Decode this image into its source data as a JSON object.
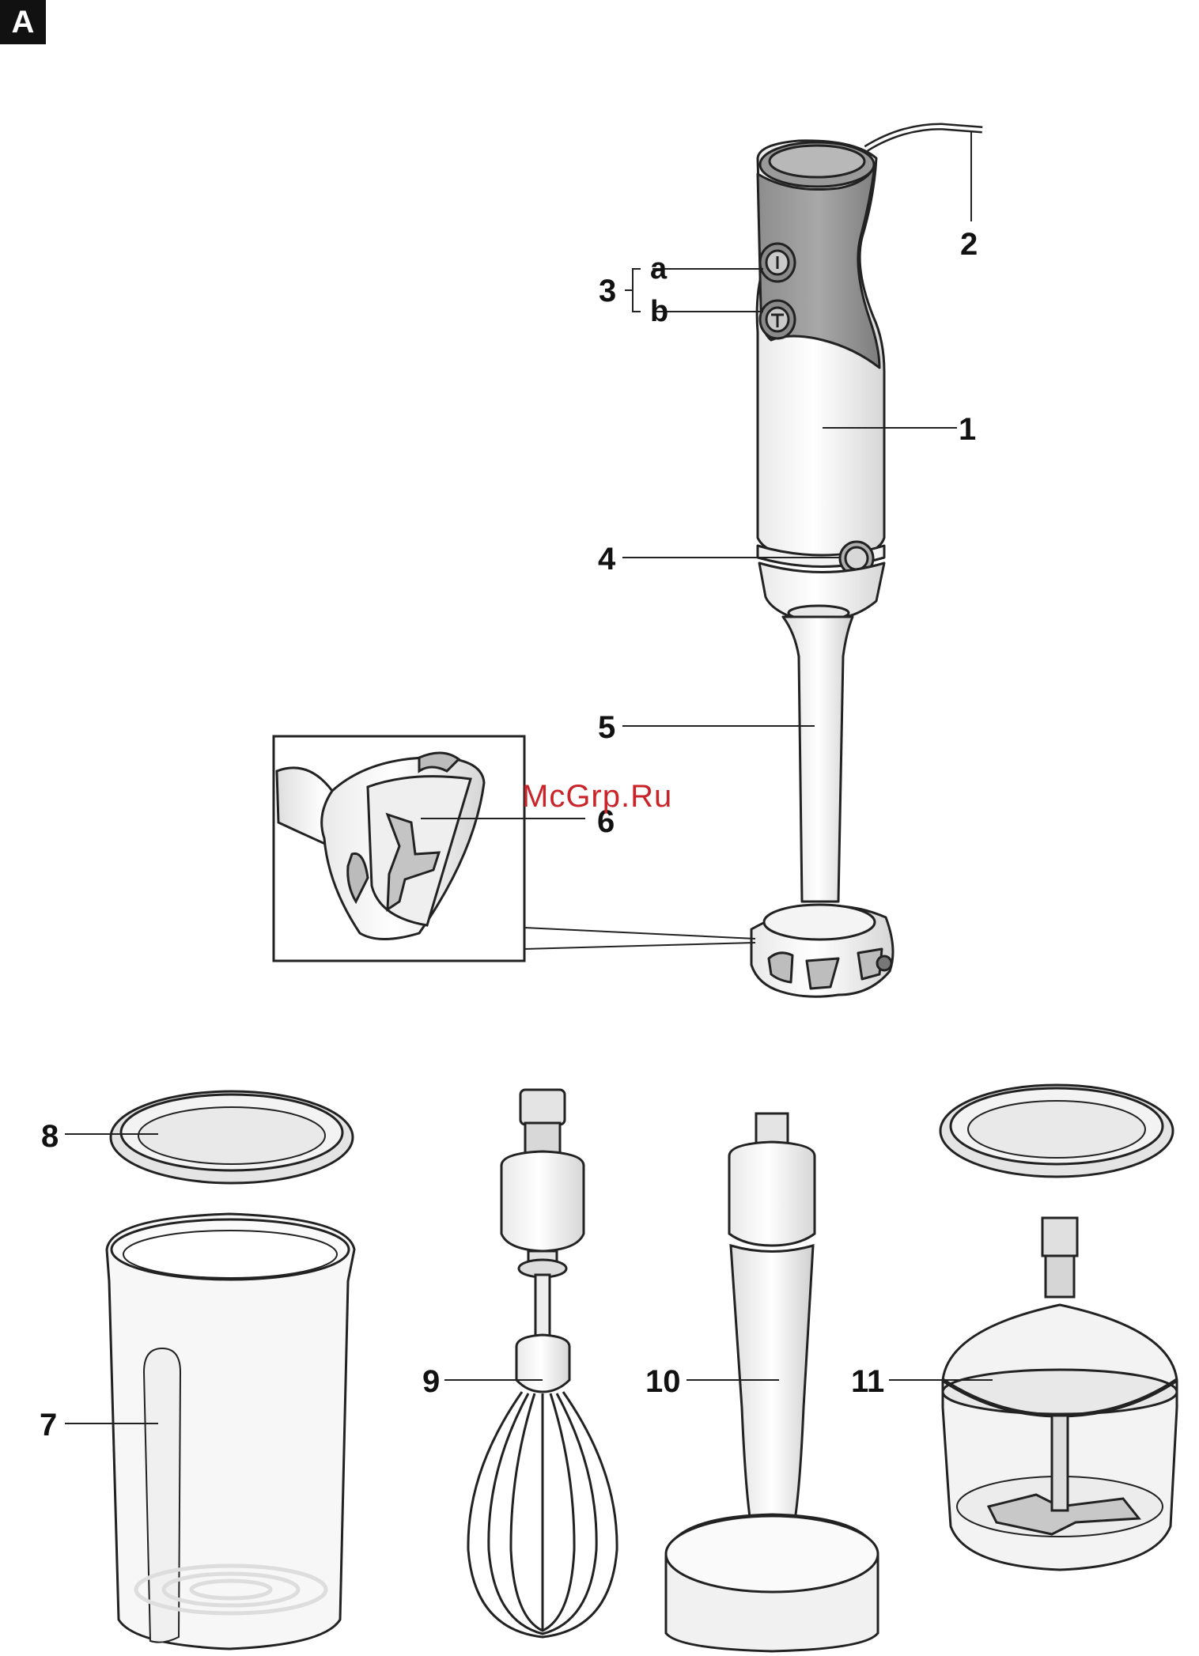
{
  "section_letter": "A",
  "watermark": "McGrp.Ru",
  "labels": {
    "n1": "1",
    "n2": "2",
    "n3": "3",
    "n3a": "a",
    "n3b": "b",
    "n4": "4",
    "n5": "5",
    "n6": "6",
    "n7": "7",
    "n8": "8",
    "n9": "9",
    "n10": "10",
    "n11": "11"
  }
}
